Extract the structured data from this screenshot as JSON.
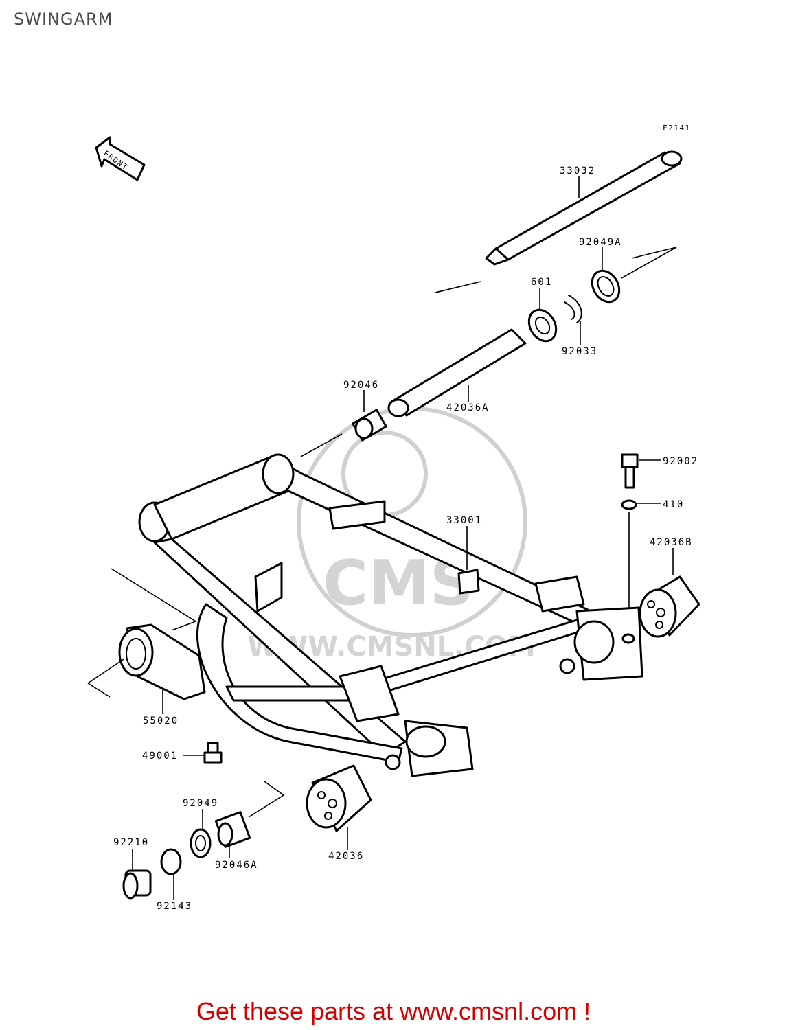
{
  "page": {
    "title": "SWINGARM"
  },
  "figure": {
    "code": "F2141",
    "direction_label": "FRONT"
  },
  "parts": [
    {
      "id": "33032",
      "label": "33032"
    },
    {
      "id": "92049A",
      "label": "92049A"
    },
    {
      "id": "601",
      "label": "601"
    },
    {
      "id": "92033",
      "label": "92033"
    },
    {
      "id": "92046",
      "label": "92046"
    },
    {
      "id": "42036A",
      "label": "42036A"
    },
    {
      "id": "92002",
      "label": "92002"
    },
    {
      "id": "410",
      "label": "410"
    },
    {
      "id": "33001",
      "label": "33001"
    },
    {
      "id": "42036B",
      "label": "42036B"
    },
    {
      "id": "55020",
      "label": "55020"
    },
    {
      "id": "49001",
      "label": "49001"
    },
    {
      "id": "92049",
      "label": "92049"
    },
    {
      "id": "92210",
      "label": "92210"
    },
    {
      "id": "92046A",
      "label": "92046A"
    },
    {
      "id": "42036",
      "label": "42036"
    },
    {
      "id": "92143",
      "label": "92143"
    }
  ],
  "watermark": {
    "text": "CMS",
    "url": "WWW.CMSNL.COM"
  },
  "footer": {
    "promo": "Get these parts at www.cmsnl.com !",
    "color": "#d40000"
  }
}
